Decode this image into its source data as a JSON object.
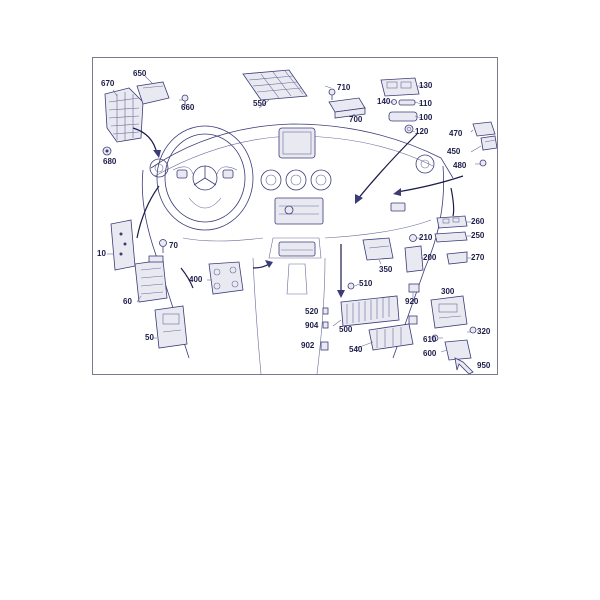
{
  "callouts": [
    "650",
    "670",
    "660",
    "680",
    "550",
    "710",
    "700",
    "130",
    "140",
    "110",
    "100",
    "120",
    "470",
    "450",
    "480",
    "10",
    "70",
    "60",
    "400",
    "50",
    "260",
    "210",
    "250",
    "200",
    "270",
    "350",
    "510",
    "920",
    "520",
    "904",
    "500",
    "902",
    "540",
    "300",
    "320",
    "610",
    "600",
    "950"
  ],
  "colors": {
    "line": "#3b3b78",
    "text": "#1c1c4a",
    "frame": "#7a7a8c"
  }
}
